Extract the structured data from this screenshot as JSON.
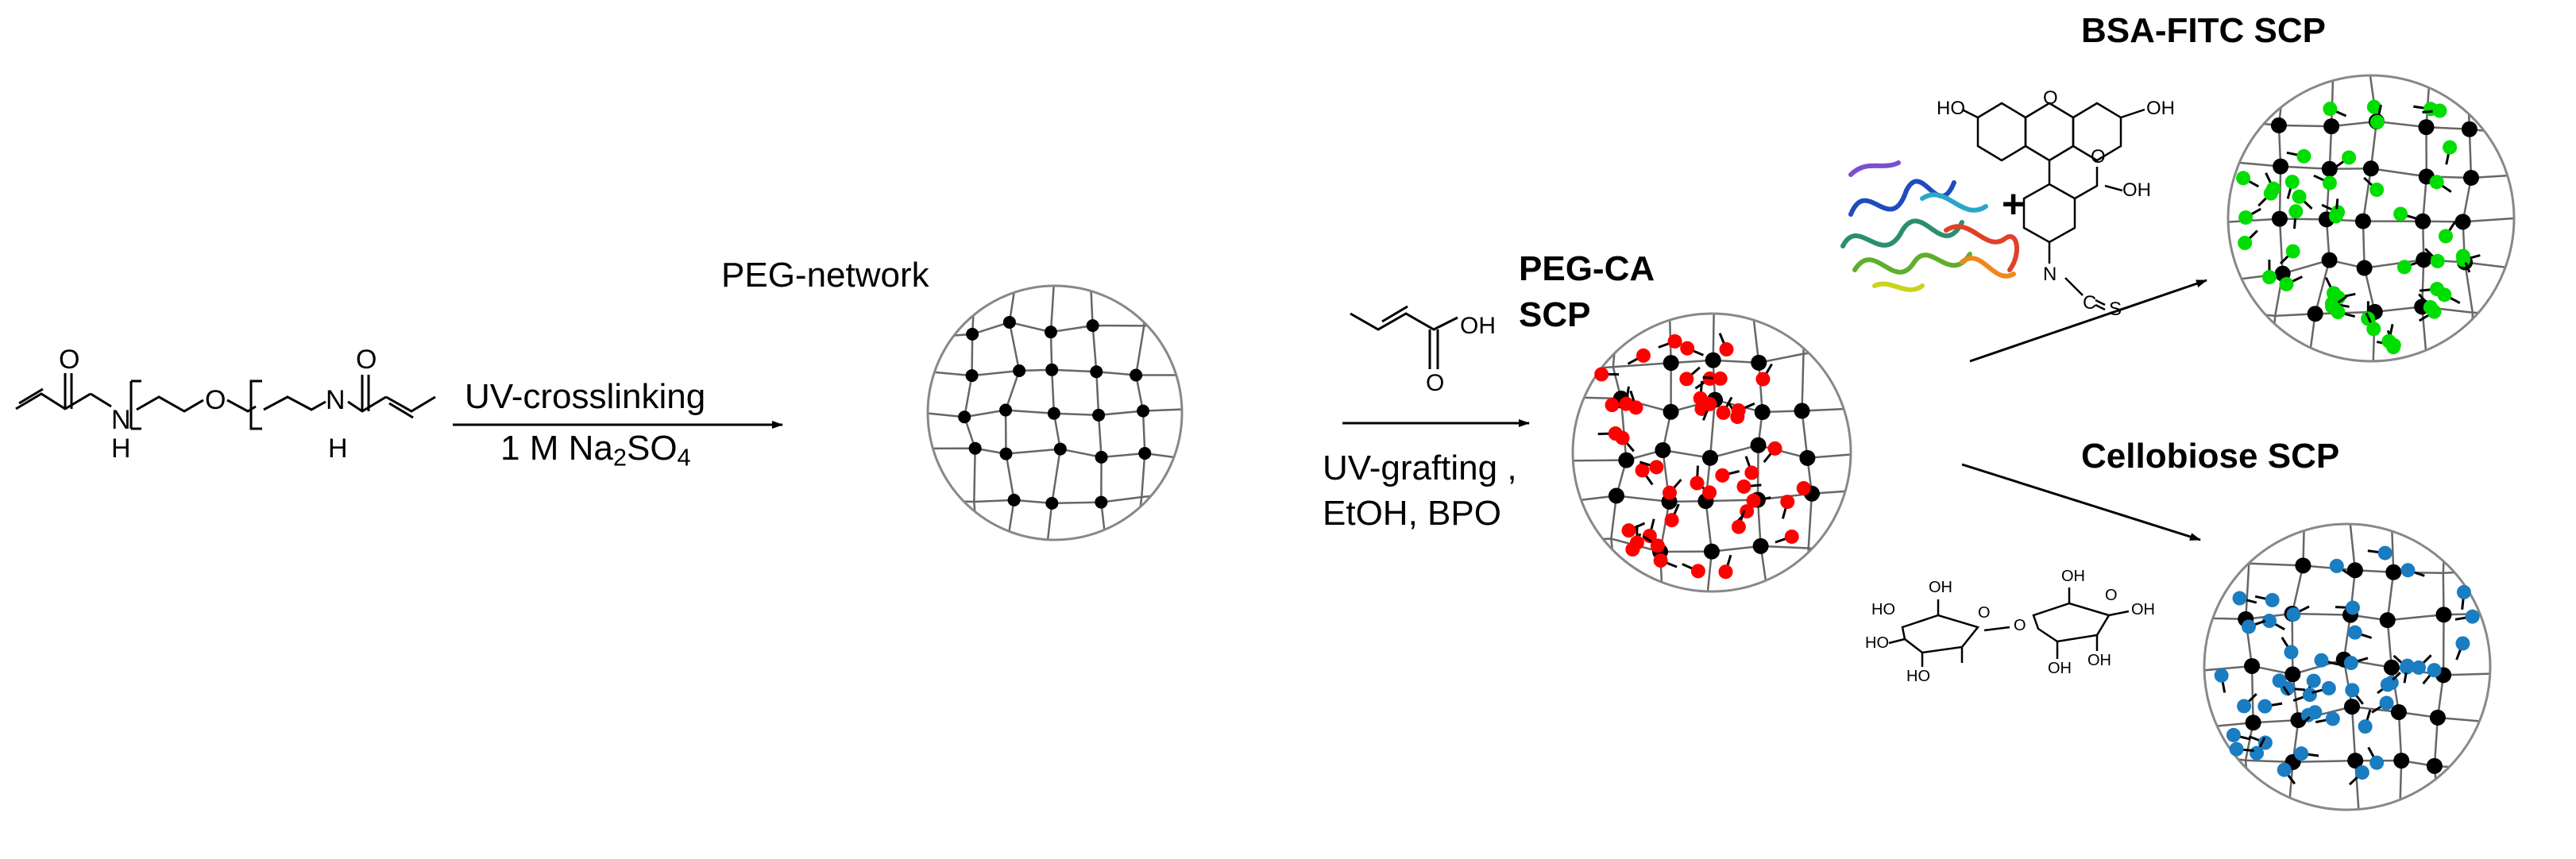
{
  "labels": {
    "peg_network": "PEG-network",
    "peg_ca_line1": "PEG-CA",
    "peg_ca_line2": "SCP",
    "bsa_fitc": "BSA-FITC SCP",
    "cellobiose": "Cellobiose SCP",
    "step1_top": "UV-crosslinking",
    "step1_bottom_prefix": "1 M Na",
    "step1_bottom_sub1": "2",
    "step1_bottom_mid": "SO",
    "step1_bottom_sub2": "4",
    "step2_line1": "UV-grafting ,",
    "step2_line2": "EtOH, BPO",
    "plus": "+"
  },
  "monomer_atoms": {
    "o_left": "O",
    "n_left": "N",
    "h_left": "H",
    "o_mid": "O",
    "n_right": "N",
    "h_right": "H",
    "o_right": "O"
  },
  "crotonic_atoms": {
    "oh": "OH",
    "o": "O"
  },
  "fitc_atoms": {
    "ho_left": "HO",
    "o_ring": "O",
    "oh_right": "OH",
    "o_acid": "O",
    "oh_acid": "OH",
    "ncs_n": "N",
    "ncs_c": "C",
    "ncs_s": "S"
  },
  "cellobiose_atoms": {
    "a1": "OH",
    "a2": "HO",
    "a3": "HO",
    "a4": "HO",
    "a5": "O",
    "a6": "O",
    "a7": "OH",
    "a8": "OH",
    "a9": "OH",
    "a10": "O",
    "a11": "OH"
  },
  "colors": {
    "red_group": "#ff0000",
    "green_group": "#00dd00",
    "blue_group": "#1a7cc1",
    "node": "#000000",
    "mesh": "#666666",
    "sphere_outline": "#888888"
  }
}
